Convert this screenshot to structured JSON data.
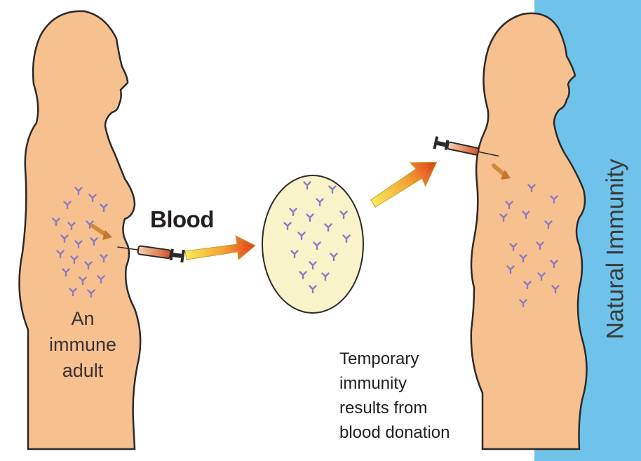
{
  "labels": {
    "blood": "Blood",
    "donor_lines": [
      "An",
      "immune",
      "adult"
    ],
    "result_lines": [
      "Temporary",
      "immunity",
      "results from",
      "blood donation"
    ],
    "side_title": "Natural Immunity"
  },
  "colors": {
    "skin": "#f7c08f",
    "outline": "#2a2a2a",
    "antibody": "#8a7bc4",
    "flask": "#f8f3c9",
    "arrow_start": "#f7e34a",
    "arrow_end": "#e0421c",
    "band": "#6fc3ea"
  }
}
